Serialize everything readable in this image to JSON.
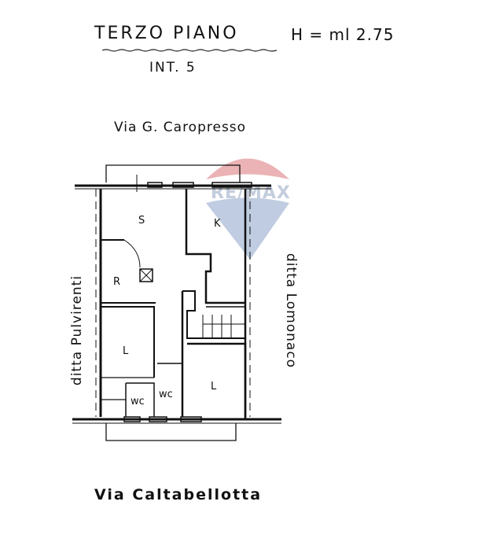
{
  "header": {
    "title": "TERZO PIANO",
    "height": "H = ml 2.75",
    "unit": "INT. 5"
  },
  "streets": {
    "top": "Via G. Caropresso",
    "bottom": "Via Caltabellotta"
  },
  "neighbors": {
    "left": "ditta Pulvirenti",
    "right": "ditta Lomonaco"
  },
  "rooms": [
    {
      "id": "S",
      "label": "S"
    },
    {
      "id": "K",
      "label": "K"
    },
    {
      "id": "R",
      "label": "R"
    },
    {
      "id": "L1",
      "label": "L"
    },
    {
      "id": "L2",
      "label": "L"
    },
    {
      "id": "WC1",
      "label": "wc"
    },
    {
      "id": "WC2",
      "label": "wc"
    }
  ],
  "watermark": {
    "text": "RE/MAX",
    "colors": {
      "red": "#e8a6a9",
      "blue": "#b5c4dc",
      "text": "#b9c5d8"
    }
  },
  "colors": {
    "ink": "#111111",
    "paper": "#ffffff"
  }
}
